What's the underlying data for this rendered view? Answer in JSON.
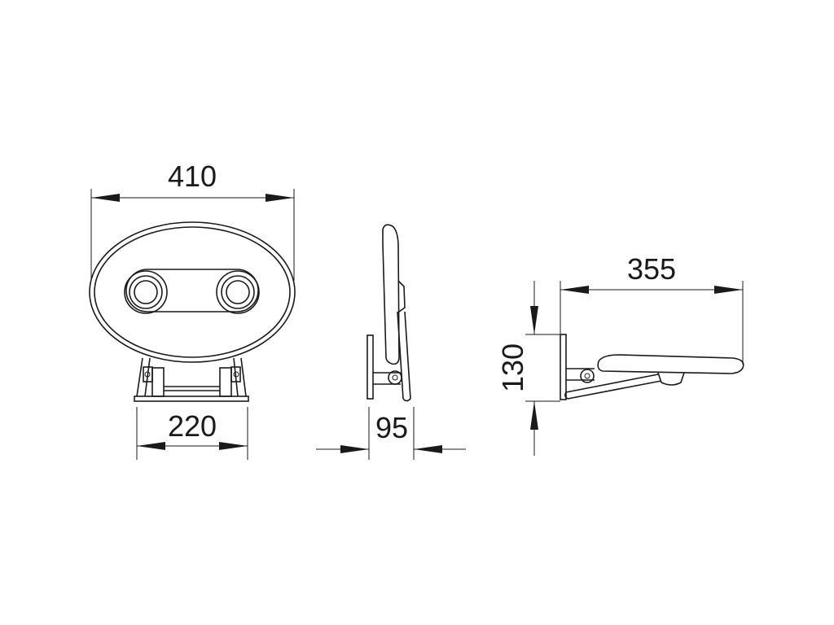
{
  "dimensions": {
    "front_width": "410",
    "front_base_width": "220",
    "side_depth": "95",
    "folded_length": "355",
    "folded_height": "130"
  }
}
